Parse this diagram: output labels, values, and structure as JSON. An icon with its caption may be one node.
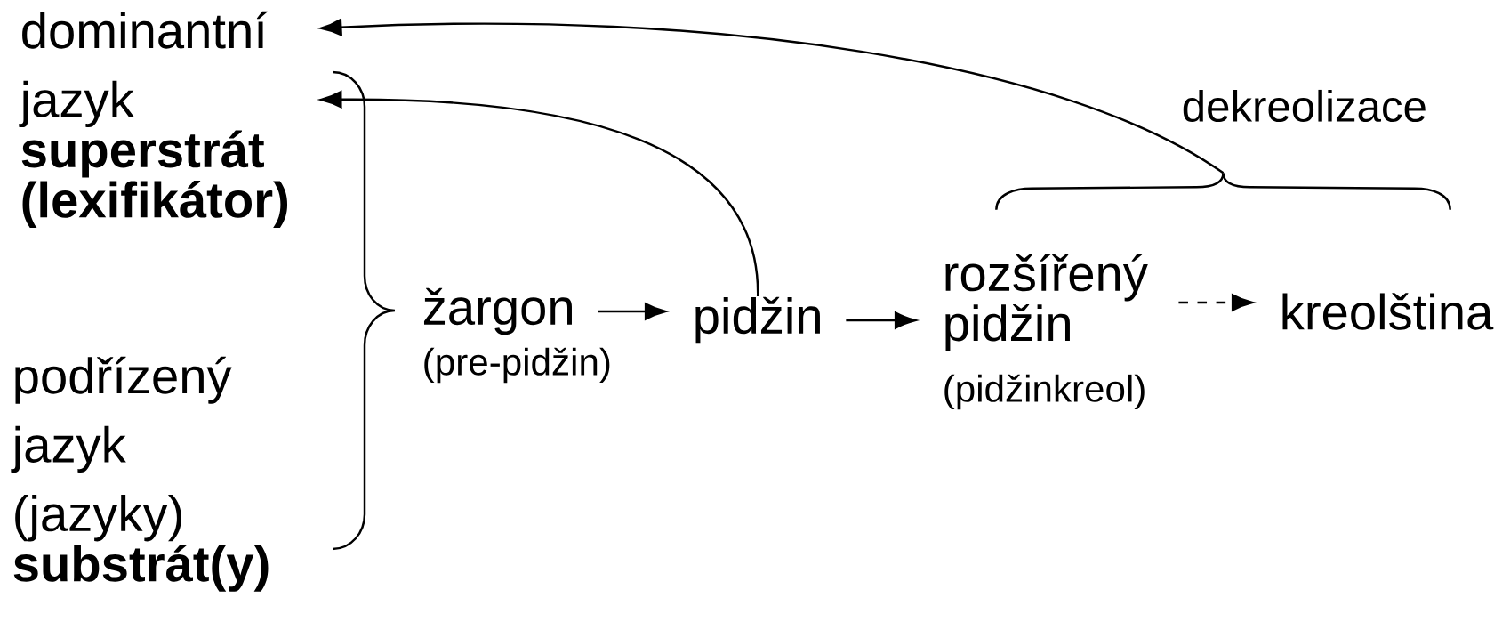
{
  "diagram": {
    "nodes": [
      {
        "text": [
          "dominantní jazyk",
          "superstrát (lexifikátor)"
        ]
      },
      {
        "text": [
          "podřízený jazyk (jazyky)",
          "substrát(y)"
        ]
      },
      {
        "text": [
          "žargon"
        ],
        "beside": [
          "(pre-pidžin)"
        ]
      },
      {
        "text": [
          "pidžin"
        ]
      },
      {
        "text": [
          "rozšířený pidžin"
        ],
        "beside": [
          "(pidžinkreol)"
        ]
      },
      {
        "text": [
          "kreolština"
        ]
      },
      {
        "text": [],
        "shape": "brace",
        "beside": [
          "dekreolizace"
        ]
      }
    ],
    "edges": [
      {
        "from": 2,
        "to": 3,
        "arrow": "to"
      },
      {
        "from": 3,
        "to": 4,
        "arrow": "to"
      },
      {
        "from": 4,
        "to": 5,
        "arrow": "to",
        "style": "dashed"
      },
      {
        "from": 3,
        "to": 0,
        "arrow": "to"
      },
      {
        "from": 6,
        "to": 0,
        "arrow": "to"
      }
    ]
  }
}
